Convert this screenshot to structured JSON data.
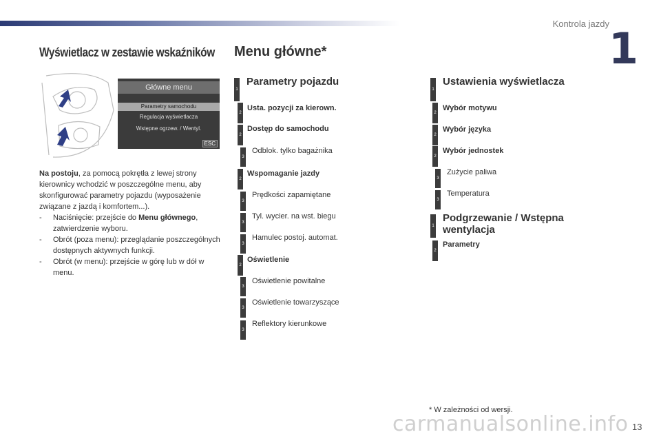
{
  "header": {
    "section": "Kontrola jazdy",
    "chapter": "1"
  },
  "left": {
    "title": "Wyświetlacz w zestawie wskaźników",
    "screen": {
      "title": "Główne menu",
      "items": [
        "Parametry samochodu",
        "Regulacja wyświetlacza",
        "Wstępne ogrzew. / Wentyl."
      ],
      "esc": "ESC"
    },
    "intro_bold": "Na postoju",
    "intro_text": ", za pomocą pokrętła z lewej strony kierownicy wchodzić w poszczególne menu, aby skonfigurować parametry pojazdu (wyposażenie związane z jazdą i komfortem...).",
    "bullets": [
      {
        "dash": "-",
        "text_pre": "Naciśnięcie: przejście do ",
        "bold": "Menu głównego",
        "text_post": ", zatwierdzenie wyboru."
      },
      {
        "dash": "-",
        "text": "Obrót (poza menu): przeglądanie poszczególnych dostępnych aktywnych funkcji."
      },
      {
        "dash": "-",
        "text": "Obrót (w menu): przejście w górę lub w dół w menu."
      }
    ]
  },
  "menu": {
    "title": "Menu główne*",
    "col1": {
      "heading": "Parametry pojazdu",
      "items": [
        {
          "level": "2",
          "label": "Usta. pozycji za kierown."
        },
        {
          "level": "2",
          "label": "Dostęp do samochodu"
        },
        {
          "level": "3",
          "label": "Odblok. tylko bagażnika"
        },
        {
          "level": "2",
          "label": "Wspomaganie jazdy"
        },
        {
          "level": "3",
          "label": "Prędkości zapamiętane"
        },
        {
          "level": "3",
          "label": "Tyl. wycier. na wst. biegu"
        },
        {
          "level": "3",
          "label": "Hamulec postoj. automat."
        },
        {
          "level": "2",
          "label": "Oświetlenie"
        },
        {
          "level": "3",
          "label": "Oświetlenie powitalne"
        },
        {
          "level": "3",
          "label": "Oświetlenie towarzyszące"
        },
        {
          "level": "3",
          "label": "Reflektory kierunkowe"
        }
      ]
    },
    "col2": {
      "heading": "Ustawienia wyświetlacza",
      "items": [
        {
          "level": "2",
          "label": "Wybór motywu"
        },
        {
          "level": "2",
          "label": "Wybór języka"
        },
        {
          "level": "2",
          "label": "Wybór jednostek"
        },
        {
          "level": "3",
          "label": "Zużycie paliwa"
        },
        {
          "level": "3",
          "label": "Temperatura"
        }
      ],
      "heading2": "Podgrzewanie / Wstępna wentylacja",
      "items2": [
        {
          "level": "2",
          "label": "Parametry"
        }
      ]
    },
    "level1": "1"
  },
  "footnote": "* W zależności od wersji.",
  "page": "13",
  "watermark": "carmanualsonline.info"
}
